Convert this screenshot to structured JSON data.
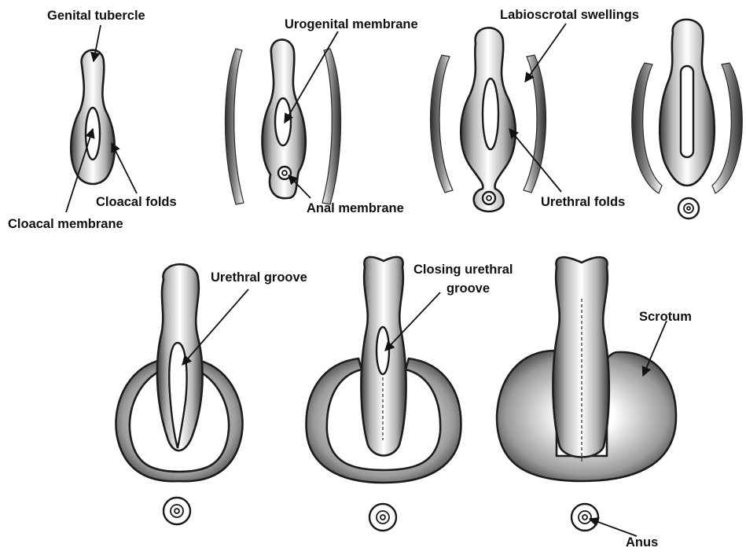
{
  "labels": {
    "genital_tubercle": "Genital tubercle",
    "urogenital_membrane": "Urogenital membrane",
    "labioscrotal_swellings": "Labioscrotal swellings",
    "cloacal_folds": "Cloacal folds",
    "cloacal_membrane": "Cloacal membrane",
    "anal_membrane": "Anal membrane",
    "urethral_folds": "Urethral folds",
    "urethral_groove": "Urethral groove",
    "closing_urethral_groove_line1": "Closing urethral",
    "closing_urethral_groove_line2": "groove",
    "scrotum": "Scrotum",
    "anus": "Anus"
  },
  "colors": {
    "outline": "#1c1c1c",
    "shade_dark": "#3a3a3a",
    "shade_light": "#ffffff"
  }
}
